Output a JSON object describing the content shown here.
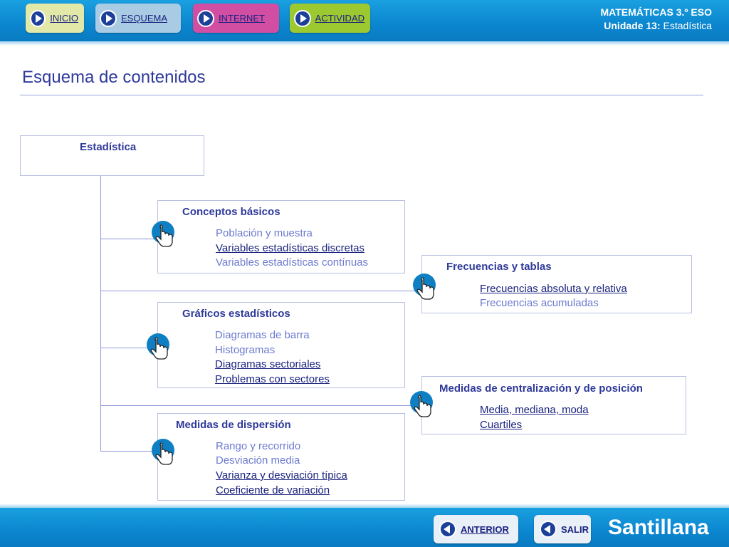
{
  "nav": {
    "inicio": "INICIO",
    "esquema": "ESQUEMA",
    "internet": "INTERNET",
    "actividad": "ACTIVIDAD"
  },
  "course": {
    "title": "MATEMÁTICAS 3.º ESO",
    "unit_label": "Unidade 13:",
    "unit_name": "Estadística"
  },
  "page_title": "Esquema de contenidos",
  "root": {
    "title": "Estadística"
  },
  "sections": {
    "conceptos": {
      "title": "Conceptos básicos",
      "items": [
        "Población y muestra",
        "Variables estadísticas discretas",
        "Variables estadísticas contínuas"
      ]
    },
    "frecuencias": {
      "title": "Frecuencias y tablas",
      "items": [
        "Frecuencias absoluta y relativa",
        "Frecuencias acumuladas"
      ]
    },
    "graficos": {
      "title": "Gráficos estadísticos",
      "items": [
        "Diagramas de barra",
        "Histogramas",
        "Diagramas sectoriales",
        "Problemas con sectores"
      ]
    },
    "centralizacion": {
      "title": "Medidas de centralización y de posición",
      "items": [
        "Media, mediana, moda",
        "Cuartiles"
      ]
    },
    "dispersion": {
      "title": "Medidas de dispersión",
      "items": [
        "Rango y recorrido",
        "Desviación media",
        "Varianza y desviación típica",
        "Coeficiente de variación"
      ]
    }
  },
  "footer": {
    "anterior": "ANTERIOR",
    "salir": "SALIR",
    "brand": "Santillana"
  },
  "icons": {
    "nav": "play-icon",
    "section": "hand-pointer-icon",
    "back": "back-arrow-icon"
  },
  "colors": {
    "bar": "#0b86cf",
    "accent": "#2f3a9a",
    "link": "#1a237e",
    "plain_item": "#6d7bd0"
  }
}
